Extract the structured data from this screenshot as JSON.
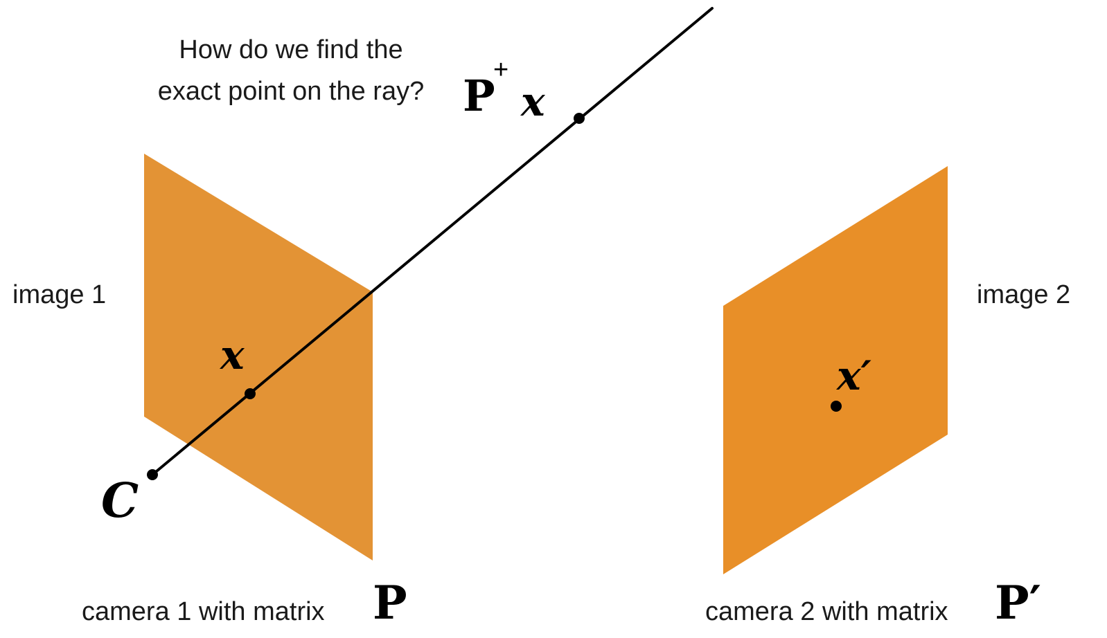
{
  "question": {
    "line1": "How do we find the",
    "line2": "exact point on the ray?"
  },
  "labels": {
    "image1": "image 1",
    "image2": "image 2",
    "camera1_caption": "camera 1 with matrix",
    "camera2_caption": "camera 2 with matrix"
  },
  "math": {
    "ray_point_P": "P",
    "ray_point_plus": "+",
    "ray_point_x": "x",
    "image1_point": "x",
    "image2_point": "x′",
    "camera_center": "C",
    "camera1_matrix": "P",
    "camera2_matrix": "P′"
  },
  "colors": {
    "image_plane_1": "#E39335",
    "image_plane_2": "#E88F28",
    "ray": "#000000",
    "points": "#000000",
    "background": "#FFFFFF"
  }
}
